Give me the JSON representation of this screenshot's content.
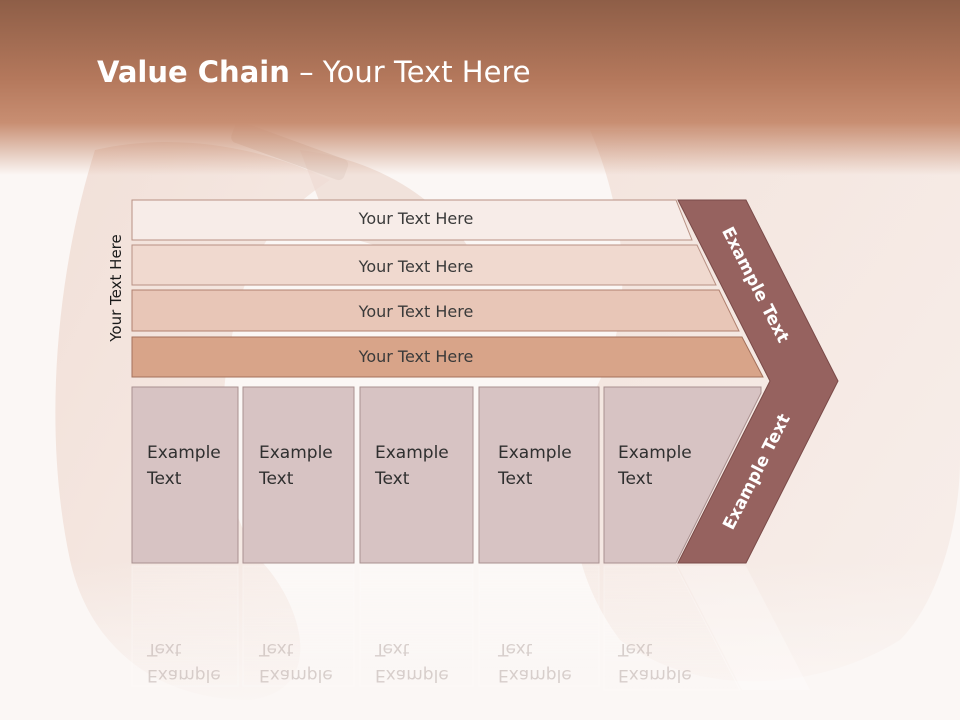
{
  "title": {
    "bold": "Value Chain",
    "rest": " – Your Text Here"
  },
  "side_label": "Your Text Here",
  "bars": [
    "Your Text Here",
    "Your Text Here",
    "Your Text Here",
    "Your Text Here"
  ],
  "columns": [
    "Example\nText",
    "Example\nText",
    "Example\nText",
    "Example\nText",
    "Example\nText"
  ],
  "chevron": {
    "upper": "Example Text",
    "lower": "Example Text"
  }
}
